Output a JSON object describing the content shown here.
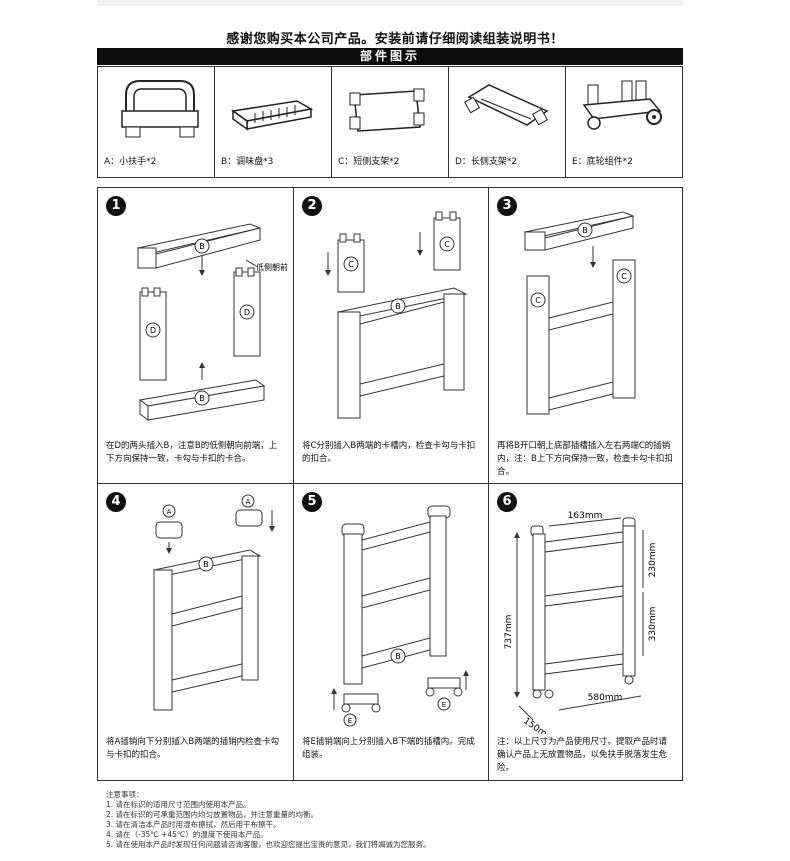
{
  "header": {
    "title": "感谢您购买本公司产品。安装前请仔细阅读组装说明书！",
    "parts_title": "部件图示"
  },
  "parts": [
    {
      "label": "A：小扶手*2",
      "icon": "handle-icon"
    },
    {
      "label": "B：调味盘*3",
      "icon": "tray-icon"
    },
    {
      "label": "C：短侧支架*2",
      "icon": "short-frame-icon"
    },
    {
      "label": "D：长侧支架*2",
      "icon": "long-frame-icon"
    },
    {
      "label": "E：底轮组件*2",
      "icon": "wheel-assembly-icon"
    }
  ],
  "steps": [
    {
      "number": "1",
      "description": "在D的两头插入B，注意B的低侧朝向前端，上下方向保持一致，卡勾与卡扣的卡合。",
      "callout": "低侧朝前"
    },
    {
      "number": "2",
      "description": "将C分别插入B两端的卡槽内，检查卡勾与卡扣的扣合。"
    },
    {
      "number": "3",
      "description": "再将B开口朝上底部插槽插入左右两端C的插销内，注：B上下方向保持一致，检查卡勾卡扣扣合。"
    },
    {
      "number": "4",
      "description": "将A插销向下分别插入B两端的插销内检查卡勾与卡扣的扣合。"
    },
    {
      "number": "5",
      "description": "将E插销端向上分别插入B下端的插槽内。完成组装。"
    },
    {
      "number": "6",
      "description": "注：以上尺寸为产品使用尺寸。提取产品时请确认产品上无放置物品，以免扶手脱落发生危险。"
    }
  ],
  "part_letters": {
    "a": "A",
    "b": "B",
    "c": "C",
    "d": "D",
    "e": "E"
  },
  "dimensions": {
    "top_width": "163mm",
    "height": "737mm",
    "upper_gap": "230mm",
    "lower_gap": "330mm",
    "depth": "580mm",
    "width": "150mm"
  },
  "notes": {
    "title": "注意事项：",
    "items": [
      "1. 请在标识的适用尺寸范围内使用本产品。",
      "2. 请在标识的可承重范围内均匀放置物品，并注意重量的均衡。",
      "3. 请在清洁本产品时用湿布擦拭，然后用干布擦干。",
      "4. 请在（-35℃ +45℃）的温度下使用本产品。",
      "5. 请在使用本产品时发现任何问题请咨询客服，也欢迎您提出宝贵的意见，我们将竭诚为您服务。"
    ]
  }
}
